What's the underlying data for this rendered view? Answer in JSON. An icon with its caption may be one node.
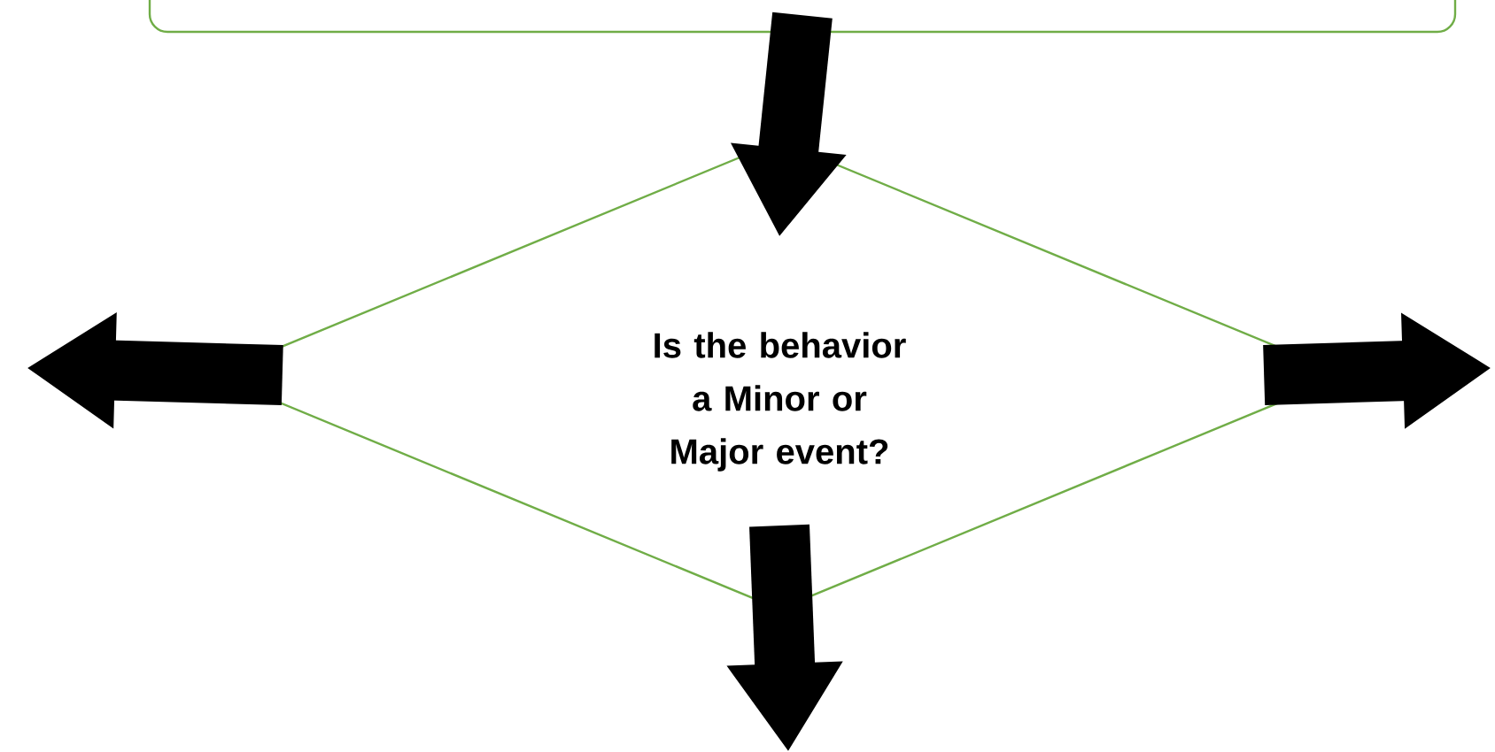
{
  "diagram": {
    "nodes": [
      {
        "text": [],
        "shape": "box"
      },
      {
        "text": [
          "Is the behavior a Minor or Major event?"
        ]
      }
    ],
    "edges": [
      {
        "from": 0,
        "to": 1,
        "arrow": "to"
      },
      {
        "from": 1,
        "to": null,
        "arrow": "to"
      },
      {
        "from": 1,
        "to": null,
        "arrow": "to"
      },
      {
        "from": 1,
        "to": null,
        "arrow": "to"
      }
    ]
  }
}
